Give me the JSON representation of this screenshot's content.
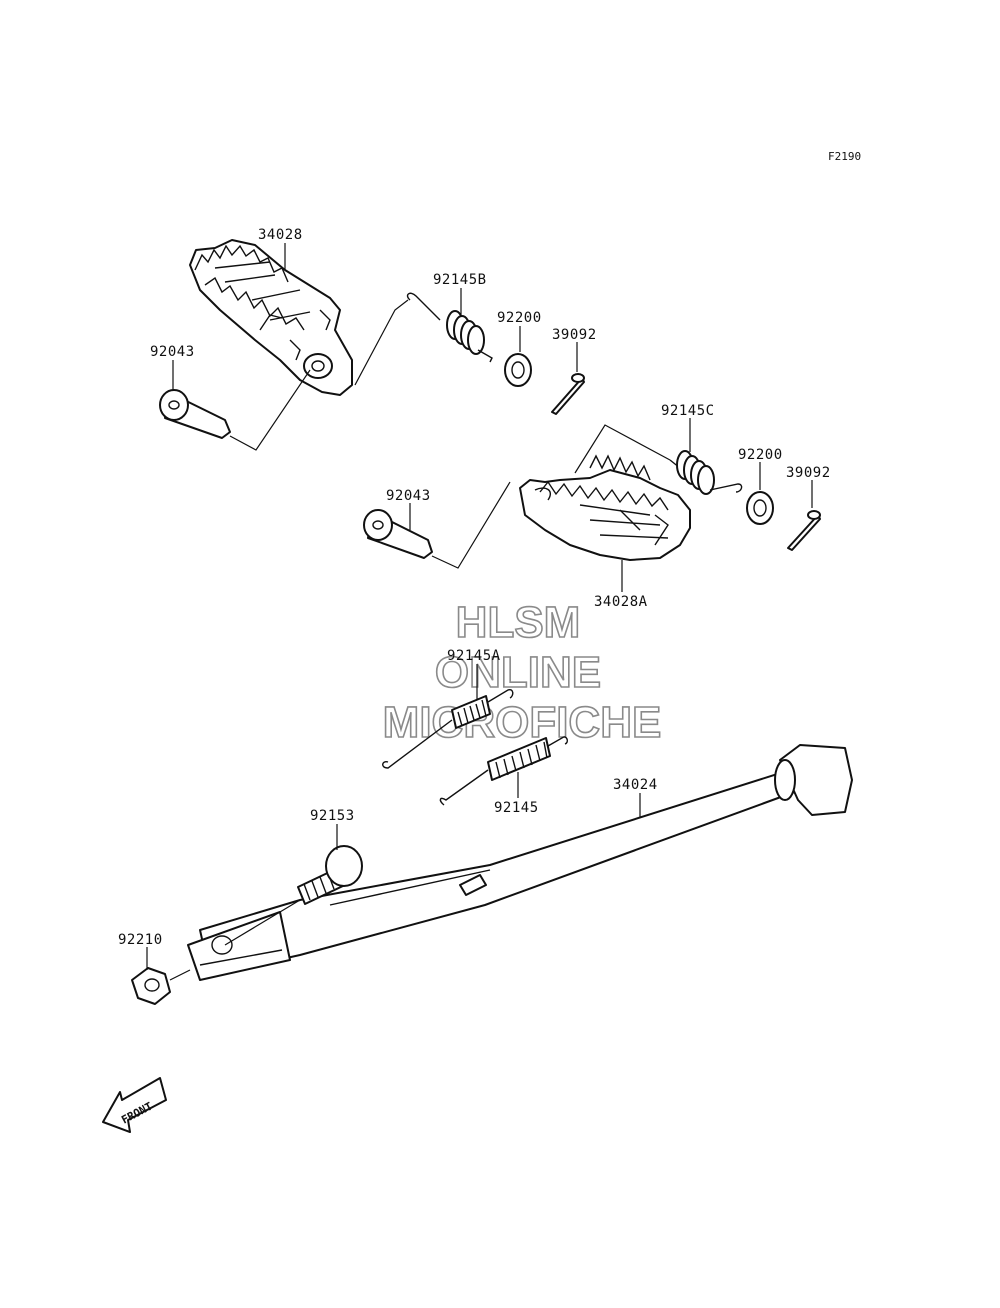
{
  "figure_code": "F2190",
  "watermark": {
    "line1": "HLSM",
    "line2": "ONLINE",
    "line3": "MICROFICHE"
  },
  "front_label": "FRONT",
  "labels": {
    "footpeg_left": "34028",
    "pin_left": "92043",
    "spring_left": "92145B",
    "washer_left": "92200",
    "cotter_left": "39092",
    "spring_right": "92145C",
    "washer_right": "92200",
    "cotter_right": "39092",
    "pin_right": "92043",
    "footpeg_right": "34028A",
    "stand_spring_a": "92145A",
    "stand_spring": "92145",
    "side_stand": "34024",
    "bolt": "92153",
    "nut": "92210"
  }
}
